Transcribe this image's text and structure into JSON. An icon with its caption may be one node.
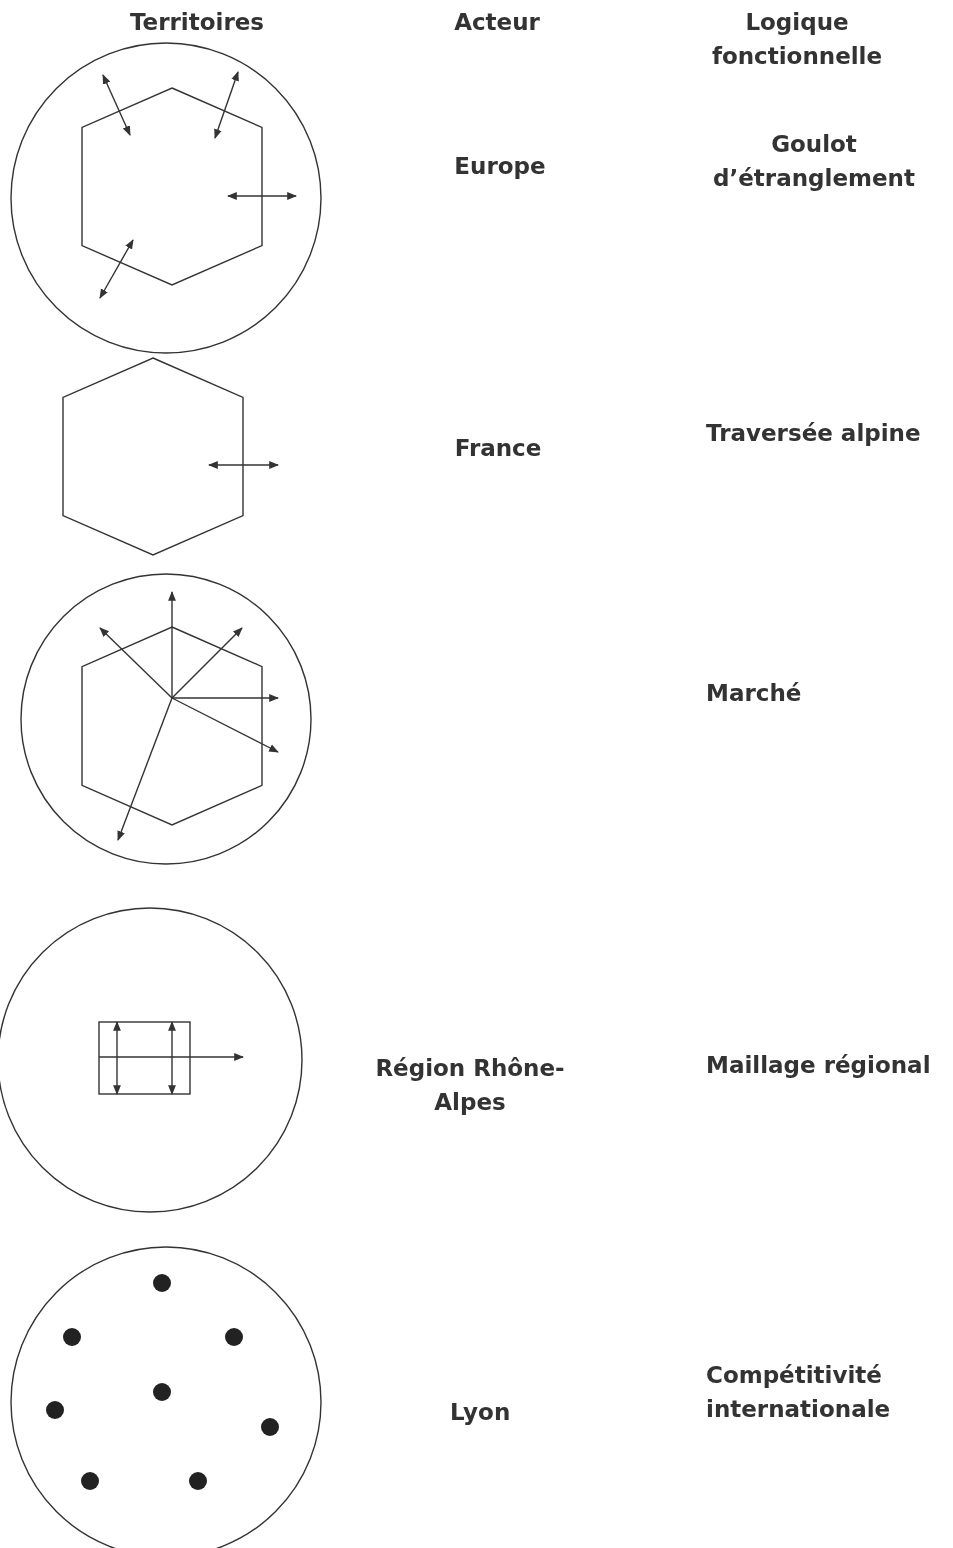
{
  "diagram": {
    "labels": [
      "Territoires",
      "Acteur",
      "Logique fonctionnelle",
      "Europe",
      "Goulot d’étranglement",
      "France",
      "Traversée alpine",
      "Marché",
      "Région Rhône-Alpes",
      "Maillage régional",
      "Lyon",
      "Compétitivité internationale"
    ]
  }
}
